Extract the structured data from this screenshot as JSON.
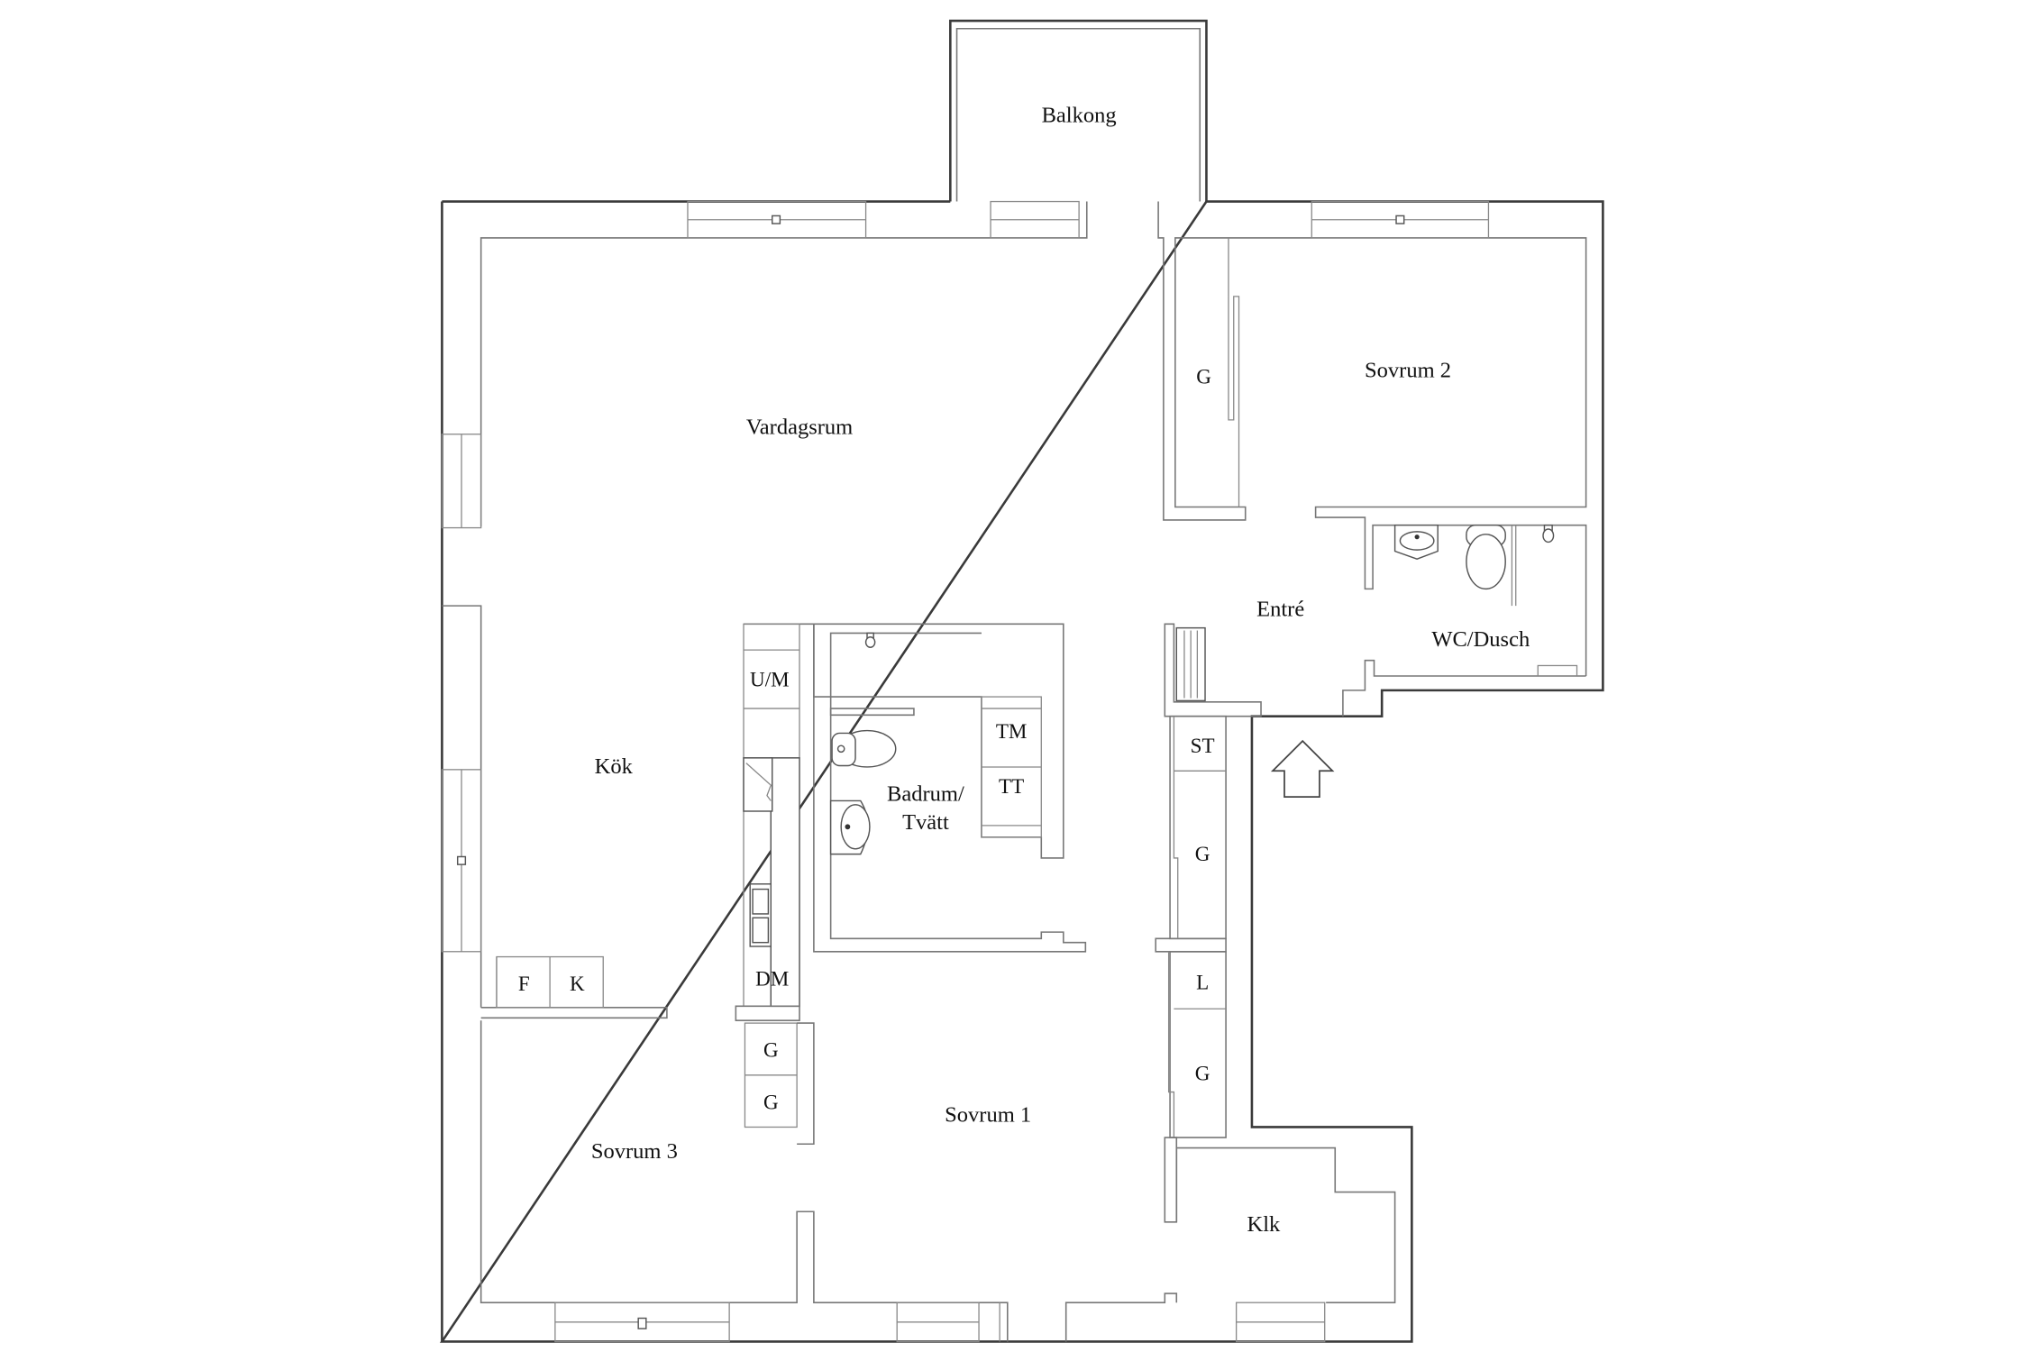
{
  "floorplan": {
    "rooms": {
      "balcony": "Balkong",
      "living_room": "Vardagsrum",
      "bedroom_2": "Sovrum 2",
      "entrance": "Entré",
      "wc_shower": "WC/Dusch",
      "kitchen": "Kök",
      "bathroom_line1": "Badrum/",
      "bathroom_line2": "Tvätt",
      "bedroom_1": "Sovrum 1",
      "bedroom_3": "Sovrum 3",
      "walk_in_closet": "Klk"
    },
    "fixtures": {
      "wardrobe_bedroom2": "G",
      "oven_microwave": "U/M",
      "washing_machine": "TM",
      "tumble_dryer": "TT",
      "dishwasher": "DM",
      "fridge": "F",
      "freezer": "K",
      "wardrobe_bedroom3_a": "G",
      "wardrobe_bedroom3_b": "G",
      "cleaning_cabinet": "ST",
      "wardrobe_hall_1": "G",
      "linen_cabinet": "L",
      "wardrobe_hall_2": "G"
    },
    "icons": {
      "entrance_arrow": "arrow-up-icon"
    },
    "colors": {
      "outer_wall": "#3a3a3a",
      "inner_wall": "#777777",
      "background": "#ffffff"
    }
  }
}
